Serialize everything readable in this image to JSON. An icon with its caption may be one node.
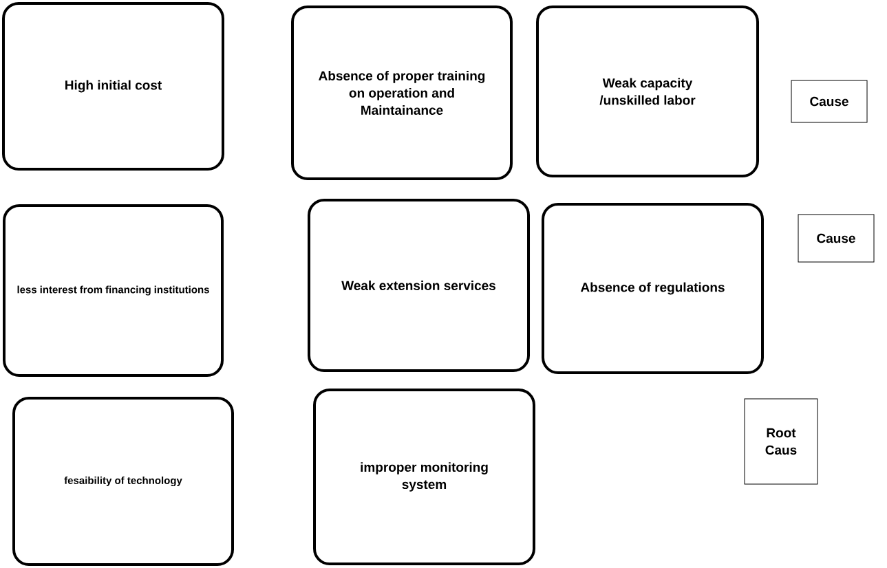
{
  "diagram": {
    "nodes": [
      {
        "text": [
          "High initial cost"
        ]
      },
      {
        "text": [
          "Absence of proper training on operation and Maintainance"
        ]
      },
      {
        "text": [
          "Weak capacity /unskilled labor"
        ]
      },
      {
        "text": [
          "Cause"
        ]
      },
      {
        "text": [
          "less interest from financing institutions"
        ]
      },
      {
        "text": [
          "Weak extension services"
        ]
      },
      {
        "text": [
          "Absence of regulations"
        ]
      },
      {
        "text": [
          "Cause"
        ]
      },
      {
        "text": [
          "fesaibility of technology"
        ]
      },
      {
        "text": [
          "improper monitoring system"
        ]
      },
      {
        "text": [
          "Root Caus"
        ]
      }
    ]
  }
}
